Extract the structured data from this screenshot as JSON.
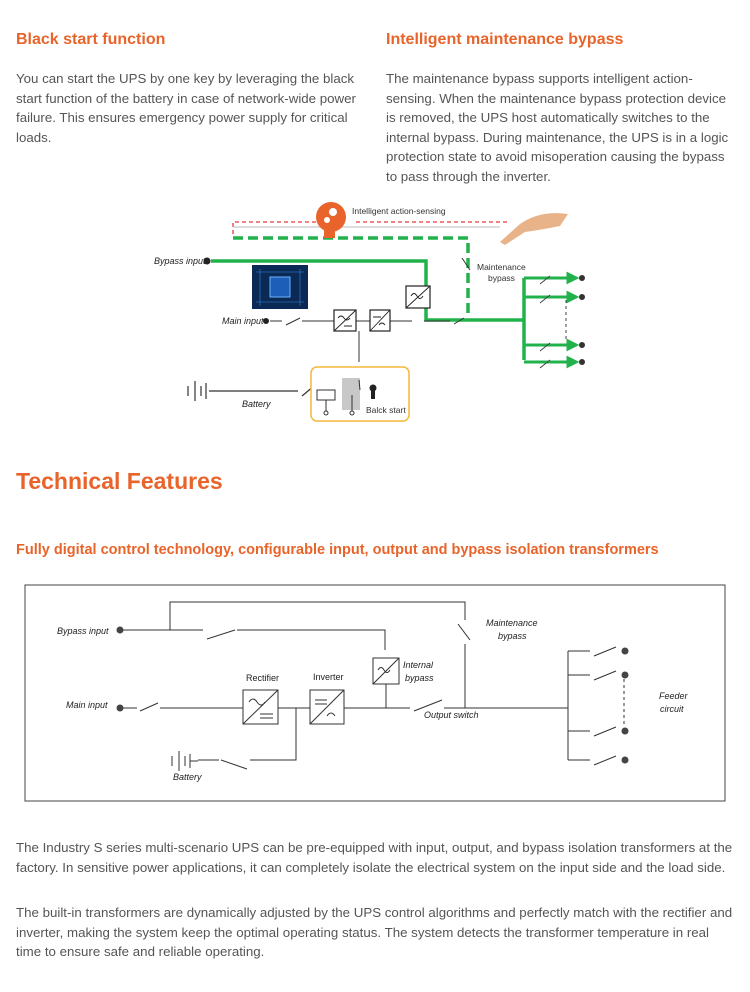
{
  "black_start": {
    "title": "Black start function",
    "body": "You can start the UPS by one key by leveraging the black start function of the battery in case of network-wide power failure. This ensures emergency power supply for critical loads."
  },
  "maint_bypass": {
    "title": "Intelligent maintenance bypass",
    "body": "The maintenance bypass supports intelligent action-sensing. When the maintenance bypass protection device is removed, the UPS host automatically switches to the internal bypass. During maintenance, the UPS is in a logic protection state to avoid misoperation causing the bypass to pass through the inverter."
  },
  "diagram1": {
    "action_sensing": "Intelligent action-sensing",
    "bypass_input": "Bypass input",
    "main_input": "Main input",
    "maintenance": "Maintenance",
    "bypass": "bypass",
    "battery": "Battery",
    "black_start": "Balck start",
    "colors": {
      "green": "#22b24c",
      "red": "#e63b3b",
      "orange": "#e8642a",
      "panel": "#f5b73a"
    }
  },
  "tech": {
    "title": "Technical Features",
    "subtitle": "Fully digital control technology, configurable input, output and bypass isolation transformers"
  },
  "diagram2": {
    "bypass_input": "Bypass input",
    "main_input": "Main input",
    "battery": "Battery",
    "rectifier": "Rectifier",
    "inverter": "Inverter",
    "internal": "Internal",
    "bypass": "bypass",
    "output_switch": "Output switch",
    "maintenance": "Maintenance",
    "maint_bypass": "bypass",
    "feeder": "Feeder",
    "circuit": "circuit"
  },
  "body_paragraphs": [
    "The Industry S series multi-scenario UPS can be pre-equipped with input, output, and bypass isolation transformers at the factory. In sensitive power applications, it can completely isolate the electrical system on the input side and the load side.",
    "The built-in transformers are dynamically adjusted by the UPS control algorithms and perfectly match with the rectifier and inverter, making the system keep the optimal operating status. The system detects the transformer temperature in real time to ensure safe and reliable operating."
  ]
}
